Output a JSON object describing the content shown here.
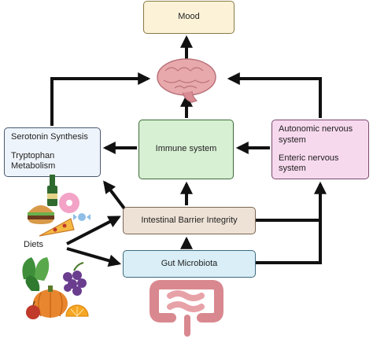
{
  "nodes": {
    "mood": "Mood",
    "serotonin_synthesis": "Serotonin Synthesis",
    "tryptophan_metabolism": "Tryptophan Metabolism",
    "immune_system": "Immune system",
    "autonomic_nervous_system": "Autonomic nervous system",
    "enteric_nervous_system": "Enteric nervous system",
    "intestinal_barrier_integrity": "Intestinal Barrier Integrity",
    "gut_microbiota": "Gut Microbiota",
    "diets": "Diets"
  },
  "illustrations": [
    "brain-illustration",
    "junk-food-illustration",
    "healthy-food-illustration",
    "intestine-illustration"
  ],
  "colors": {
    "mood_fill": "#fbf2d8",
    "serotonin_fill": "#eef4fb",
    "immune_fill": "#d7efd3",
    "autonomic_fill": "#f7d9ee",
    "barrier_fill": "#eee2d6",
    "gut_fill": "#d9eef6",
    "arrow": "#111111"
  }
}
